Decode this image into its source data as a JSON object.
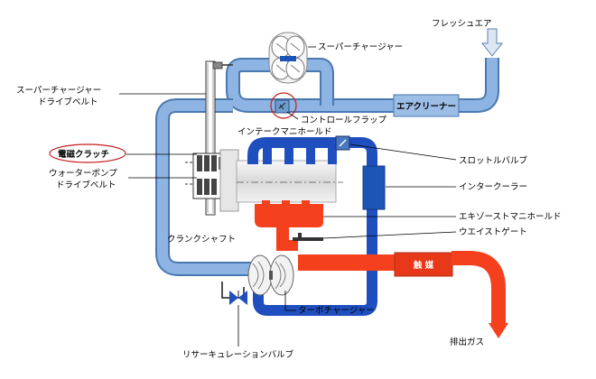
{
  "labels": {
    "fresh_air": "フレッシュエア",
    "supercharger": "スーパーチャージャー",
    "supercharger_belt_1": "スーパーチャージャー",
    "supercharger_belt_2": "ドライブベルト",
    "control_flap": "コントロールフラップ",
    "air_cleaner": "エアクリーナー",
    "intake_manifold": "インテークマニホールド",
    "magnetic_clutch": "電磁クラッチ",
    "throttle_valve": "スロットルバルブ",
    "water_pump_belt_1": "ウォーターポンプ",
    "water_pump_belt_2": "ドライブベルト",
    "intercooler": "インタークーラー",
    "exhaust_manifold": "エキゾーストマニホールド",
    "crankshaft": "クランクシャフト",
    "wastegate": "ウエイストゲート",
    "catalyst": "触 媒",
    "turbocharger": "ターボチャージャー",
    "exhaust_gas": "排出ガス",
    "recirculation_valve": "リサーキュレーションバルブ"
  },
  "colors": {
    "light_pipe": "#8db4e2",
    "light_pipe_edge": "#4a78b0",
    "dark_pipe": "#1f4fbf",
    "exhaust": "#f5401e",
    "intercooler": "#1c55b5",
    "air_cleaner": "#9cbde6",
    "engine": "#eeeeee",
    "gray": "#bbbbbb",
    "highlight_circle": "#c81e1e"
  }
}
